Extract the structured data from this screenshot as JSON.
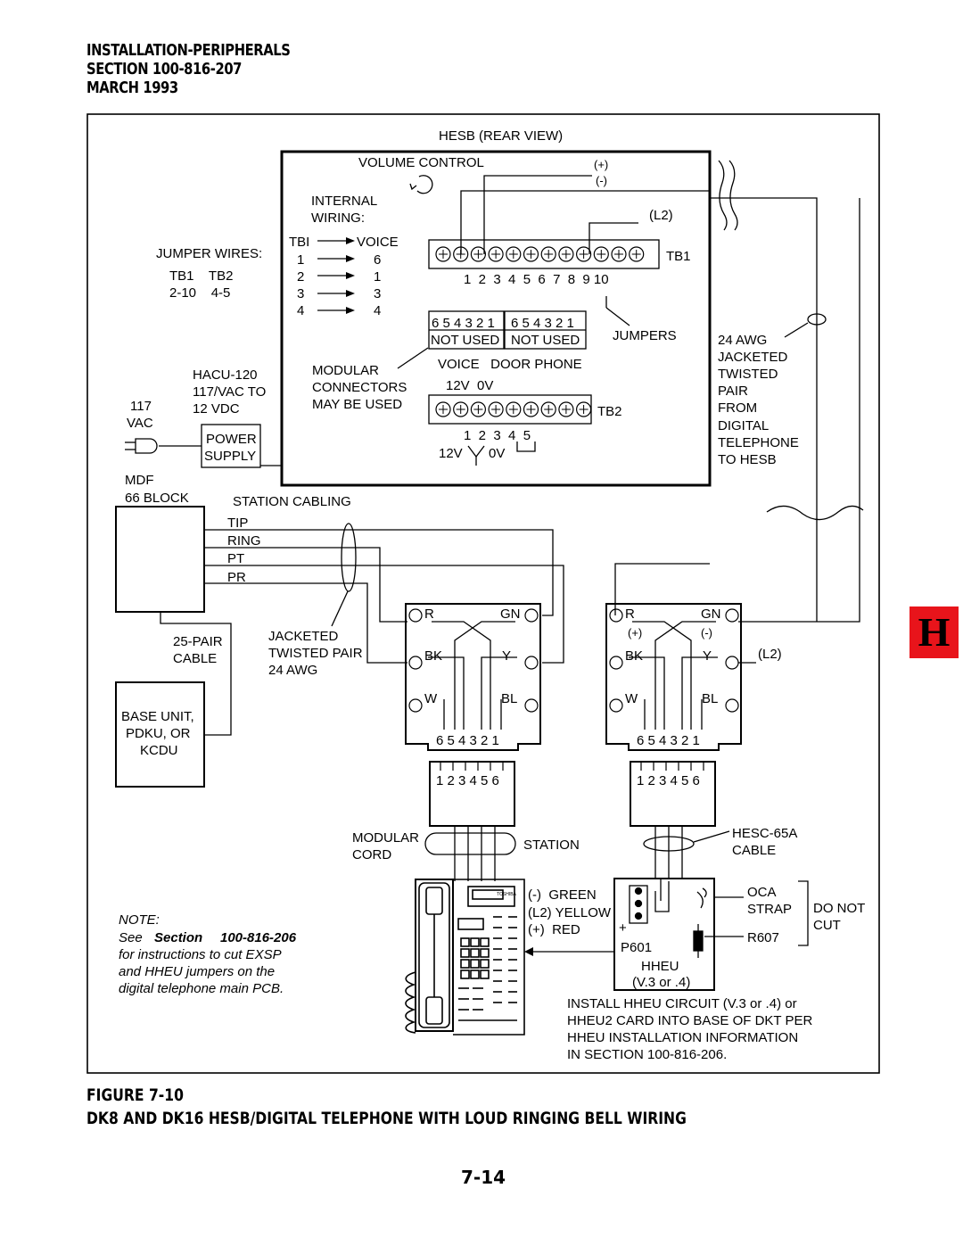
{
  "header": {
    "line1": "INSTALLATION-PERIPHERALS",
    "line2": "SECTION 100-816-207",
    "line3": "MARCH 1993"
  },
  "figure": {
    "number": "FIGURE 7-10",
    "title": "DK8 AND DK16 HESB/DIGITAL TELEPHONE WITH LOUD RINGING BELL WIRING"
  },
  "page_number": "7-14",
  "section_tab": "H",
  "labels": {
    "hesb_title": "HESB (REAR VIEW)",
    "volume_control": "VOLUME CONTROL",
    "plus": "(+)",
    "minus": "(-)",
    "l2": "(L2)",
    "internal": "INTERNAL",
    "wiring": "WIRING:",
    "tbi": "TBI",
    "voice": "VOICE",
    "map_left": [
      "1",
      "2",
      "3",
      "4"
    ],
    "map_right": [
      "6",
      "1",
      "3",
      "4"
    ],
    "jumper_wires": "JUMPER WIRES:",
    "tb1_tb2": "TB1    TB2",
    "jumper_vals": "2-10    4-5",
    "tb1": "TB1",
    "tb1_nums": "1  2  3  4  5  6  7  8  9 10",
    "pins_a": "6 5 4 3 2 1",
    "pins_b": "6 5 4 3 2 1",
    "not_used_a": "NOT USED",
    "not_used_b": "NOT USED",
    "jumpers": "JUMPERS",
    "modular": "MODULAR",
    "connectors": "CONNECTORS",
    "may_be_used": "MAY BE USED",
    "voice_door": "VOICE   DOOR PHONE",
    "v12_0v": "12V  0V",
    "tb2": "TB2",
    "tb2_nums": "1  2  3  4  5",
    "v12": "12V",
    "v0": "0V",
    "hacu": "HACU-120",
    "v117_to": "117/VAC TO",
    "vdc12": "12 VDC",
    "v117": "117",
    "vac": "VAC",
    "power": "POWER",
    "supply": "SUPPLY",
    "mdf": "MDF",
    "block66": "66 BLOCK",
    "station_cabling": "STATION CABLING",
    "tip": "TIP",
    "ring": "RING",
    "pt": "PT",
    "pr": "PR",
    "awg_right": [
      "24 AWG",
      "JACKETED",
      "TWISTED",
      "PAIR",
      "FROM",
      "DIGITAL",
      "TELEPHONE",
      "TO HESB"
    ],
    "pair25": "25-PAIR",
    "cable": "CABLE",
    "jacketed": "JACKETED",
    "twisted_pair": "TWISTED PAIR",
    "awg24": "24 AWG",
    "base_unit": "BASE UNIT,",
    "pdku": "PDKU, OR",
    "kcdu": "KCDU",
    "r": "R",
    "gn": "GN",
    "bk": "BK",
    "y": "Y",
    "w": "W",
    "bl": "BL",
    "jack_pins": "6 5 4 3 2 1",
    "plug_pins": "1 2 3 4 5 6",
    "modular_cord_1": "MODULAR",
    "modular_cord_2": "CORD",
    "station": "STATION",
    "hesc_1": "HESC-65A",
    "hesc_2": "CABLE",
    "green": "(-)  GREEN",
    "yellow": "(L2) YELLOW",
    "red": "(+)  RED",
    "p601": "P601",
    "plus_sign": "+",
    "oca": "OCA",
    "strap": "STRAP",
    "do_not": "DO NOT",
    "cut": "CUT",
    "r607": "R607",
    "hheu": "HHEU",
    "hheu_ver": "(V.3 or .4)",
    "toshiba": "TOSHIBA",
    "install": [
      "INSTALL HHEU CIRCUIT (V.3 or .4) or",
      "HHEU2 CARD INTO BASE OF DKT PER",
      "HHEU INSTALLATION INFORMATION",
      "IN SECTION 100-816-206."
    ],
    "note_title": "NOTE:",
    "note_see": "See",
    "note_section": "Section",
    "note_num": "100-816-206",
    "note_lines": [
      "for instructions to cut EXSP",
      "and HHEU jumpers on the",
      "digital telephone main PCB."
    ]
  }
}
